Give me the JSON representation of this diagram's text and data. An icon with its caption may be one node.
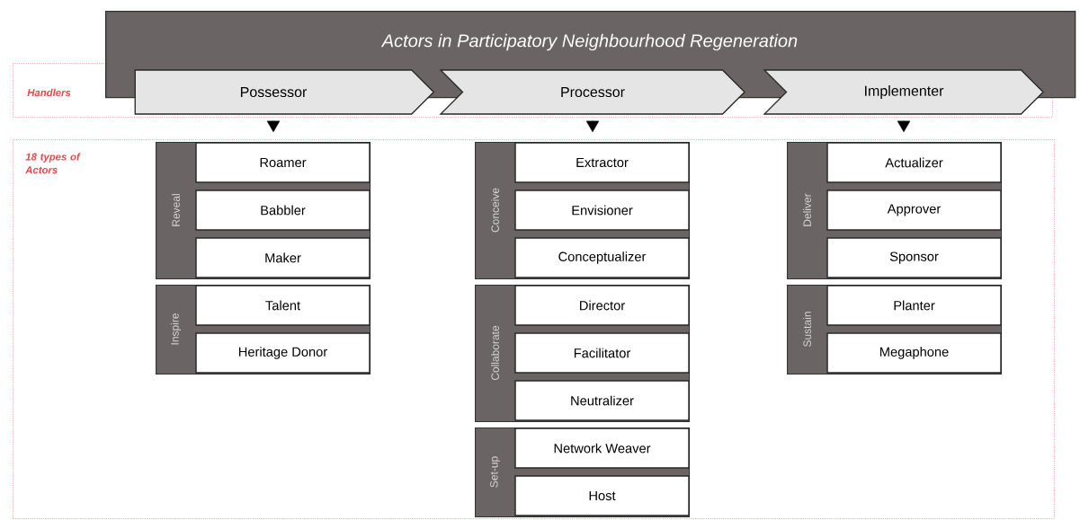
{
  "diagram": {
    "nodes": [
      {
        "text": [
          "Actors in Participatory Neighbourhood Regeneration"
        ]
      },
      {
        "text": [
          "Handlers"
        ]
      },
      {
        "text": [
          "Possessor"
        ],
        "in": 1
      },
      {
        "text": [
          "Processor"
        ],
        "in": 1
      },
      {
        "text": [
          "Implementer"
        ],
        "in": 1
      },
      {
        "text": [
          "18 types of Actors"
        ]
      },
      {
        "text": [
          "Reveal"
        ],
        "in": 5
      },
      {
        "text": [
          "Roamer"
        ],
        "in": 6
      },
      {
        "text": [
          "Babbler"
        ],
        "in": 6
      },
      {
        "text": [
          "Maker"
        ],
        "in": 6
      },
      {
        "text": [
          "Inspire"
        ],
        "in": 5
      },
      {
        "text": [
          "Talent"
        ],
        "in": 10
      },
      {
        "text": [
          "Heritage Donor"
        ],
        "in": 10
      },
      {
        "text": [
          "Conceive"
        ],
        "in": 5
      },
      {
        "text": [
          "Extractor"
        ],
        "in": 13
      },
      {
        "text": [
          "Envisioner"
        ],
        "in": 13
      },
      {
        "text": [
          "Conceptualizer"
        ],
        "in": 13
      },
      {
        "text": [
          "Collaborate"
        ],
        "in": 5
      },
      {
        "text": [
          "Director"
        ],
        "in": 17
      },
      {
        "text": [
          "Facilitator"
        ],
        "in": 17
      },
      {
        "text": [
          "Neutralizer"
        ],
        "in": 17
      },
      {
        "text": [
          "Set-up"
        ],
        "in": 5
      },
      {
        "text": [
          "Network Weaver"
        ],
        "in": 21
      },
      {
        "text": [
          "Host"
        ],
        "in": 21
      },
      {
        "text": [
          "Deliver"
        ],
        "in": 5
      },
      {
        "text": [
          "Actualizer"
        ],
        "in": 24
      },
      {
        "text": [
          "Approver"
        ],
        "in": 24
      },
      {
        "text": [
          "Sponsor"
        ],
        "in": 24
      },
      {
        "text": [
          "Sustain"
        ],
        "in": 5
      },
      {
        "text": [
          "Planter"
        ],
        "in": 28
      },
      {
        "text": [
          "Megaphone"
        ],
        "in": 28
      }
    ],
    "edges": [
      {
        "from": 2,
        "to": 6,
        "arrow": "to"
      },
      {
        "from": 3,
        "to": 13,
        "arrow": "to"
      },
      {
        "from": 4,
        "to": 24,
        "arrow": "to"
      }
    ]
  }
}
